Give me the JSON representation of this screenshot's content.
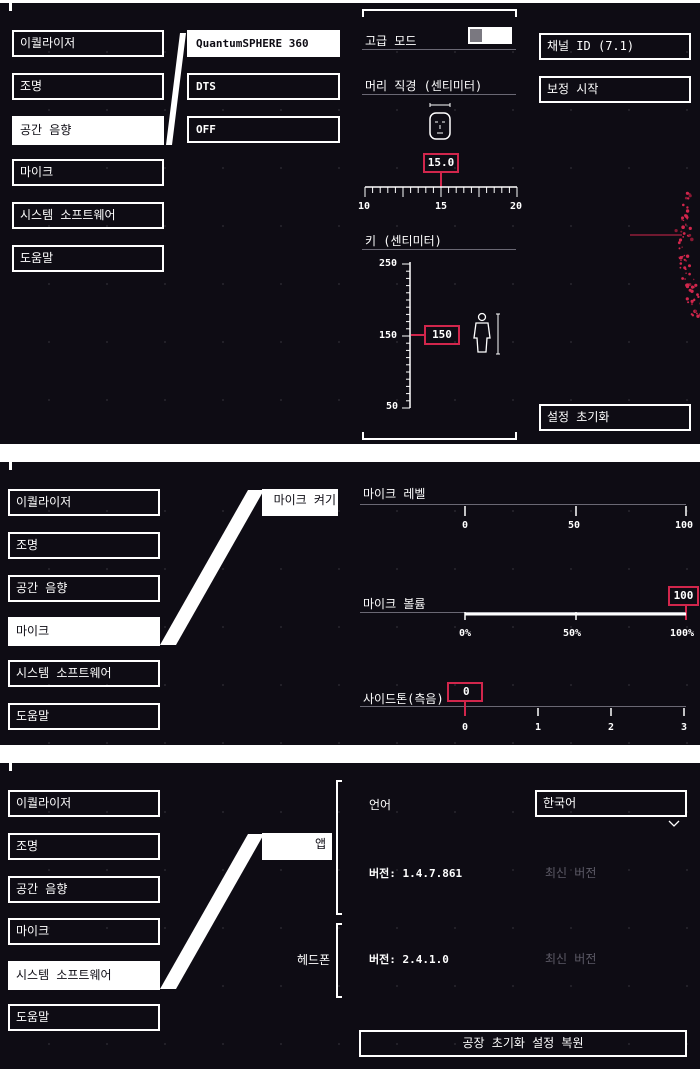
{
  "nav": {
    "equalizer": "이퀄라이저",
    "lighting": "조명",
    "spatial_audio": "공간 음향",
    "microphone": "마이크",
    "system_software": "시스템 소프트웨어",
    "help": "도움말"
  },
  "spatial": {
    "options": [
      "QuantumSPHERE 360",
      "DTS",
      "OFF"
    ],
    "advanced_mode": "고급 모드",
    "head_label": "머리 직경 (센티미터)",
    "head_value": "15.0",
    "head_ticks": [
      "10",
      "15",
      "20"
    ],
    "height_label": "키 (센티미터)",
    "height_value": "150",
    "height_ticks": [
      "250",
      "150",
      "50"
    ],
    "channel_id": "채널 ID (7.1)",
    "calibrate": "보정 시작",
    "reset": "설정 초기화"
  },
  "mic": {
    "sub_label": "마이크 켜기",
    "level_label": "마이크 레벨",
    "level_ticks": [
      "0",
      "50",
      "100"
    ],
    "volume_label": "마이크 볼륨",
    "volume_value": "100",
    "volume_ticks": [
      "0%",
      "50%",
      "100%"
    ],
    "sidetone_label": "사이드톤(측음)",
    "sidetone_value": "0",
    "sidetone_ticks": [
      "0",
      "1",
      "2",
      "3"
    ]
  },
  "system": {
    "app_label": "앱",
    "headphone_label": "헤드폰",
    "language_label": "언어",
    "language_value": "한국어",
    "app_version": "버전: 1.4.7.861",
    "app_latest": "최신 버전",
    "hp_version": "버전: 2.4.1.0",
    "hp_latest": "최신 버전",
    "factory_reset": "공장 초기화 설정 복원"
  },
  "colors": {
    "accent": "#d1264c",
    "background": "#0e0c14",
    "foreground": "#ffffff"
  }
}
